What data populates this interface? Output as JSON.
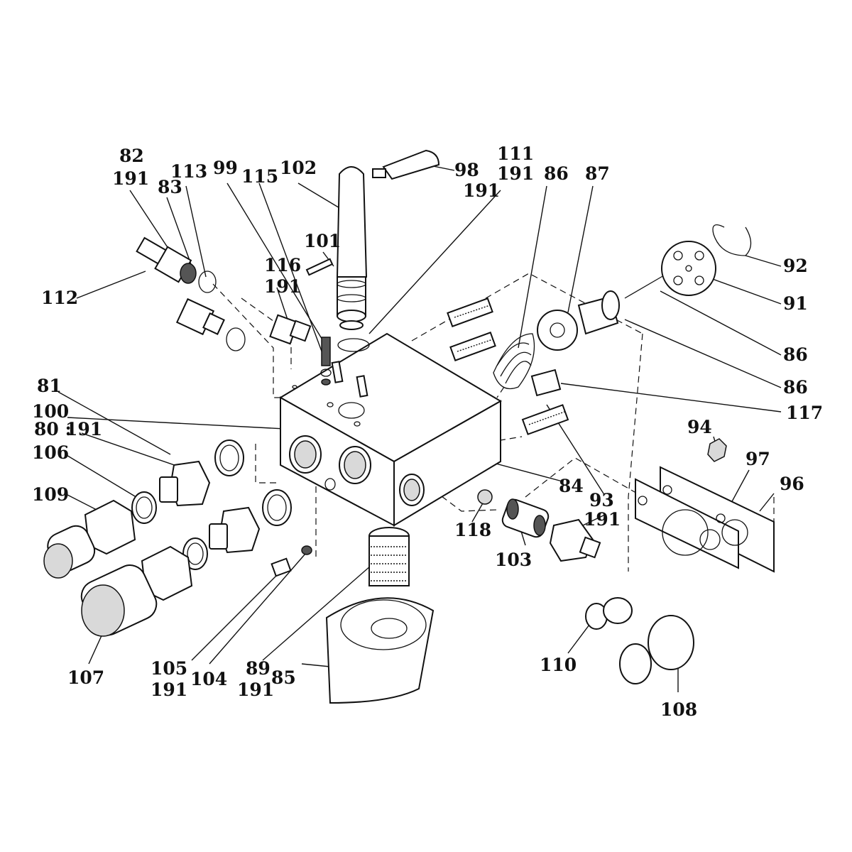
{
  "diagram": {
    "colors": {
      "ink": "#111111",
      "background": "#ffffff",
      "shade": "#d9d9d9"
    },
    "labels": {
      "l82": "82",
      "l191a": "191",
      "l83": "83",
      "l113": "113",
      "l99": "99",
      "l115": "115",
      "l102": "102",
      "l98": "98",
      "l111": "111",
      "l191b": "191",
      "l191c": "191",
      "l86a": "86",
      "l87": "87",
      "l92": "92",
      "l91": "91",
      "l86b": "86",
      "l86c": "86",
      "l117": "117",
      "l101": "101",
      "l116": "116",
      "l191d": "191",
      "l112": "112",
      "l81": "81",
      "l100": "100",
      "l80": "80 :",
      "l191e": "191",
      "l106": "106",
      "l109": "109",
      "l94": "94",
      "l97": "97",
      "l96": "96",
      "l84": "84",
      "l93": "93",
      "l191f": "191",
      "l118": "118",
      "l103": "103",
      "l107": "107",
      "l105": "105",
      "l191g": "191",
      "l104": "104",
      "l89": "89",
      "l191h": "191",
      "l85": "85",
      "l110": "110",
      "l108": "108"
    }
  }
}
